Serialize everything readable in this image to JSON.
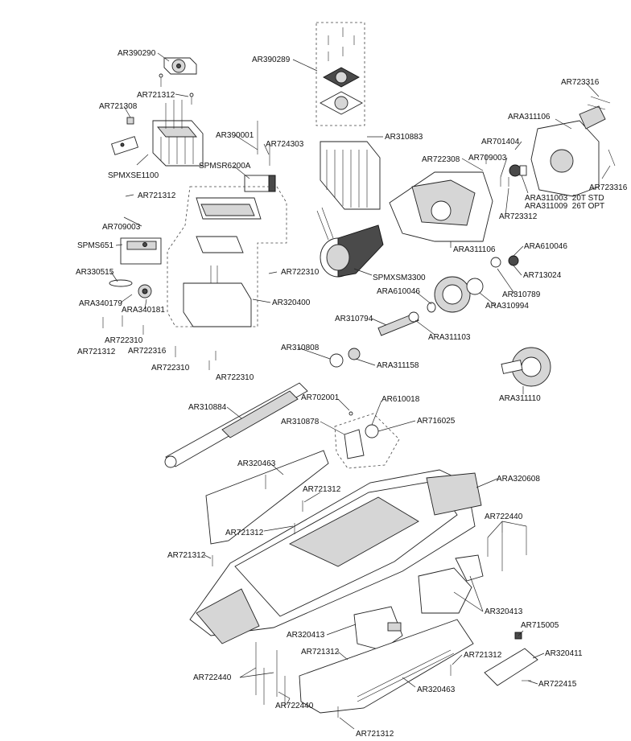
{
  "labels": {
    "ar390290": "AR390290",
    "ar721312_fan": "AR721312",
    "ar721308": "AR721308",
    "spmxse1100": "SPMXSE1100",
    "ar390289": "AR390289",
    "ar390001": "AR390001",
    "ar724303": "AR724303",
    "spmsr6200a": "SPMSR6200A",
    "ar310883": "AR310883",
    "ar723316_top": "AR723316",
    "ara311106_top": "ARA311106",
    "ar701404": "AR701404",
    "ar722308": "AR722308",
    "ar709003_right": "AR709003",
    "ar723316_right": "AR723316",
    "ara311003": "ARA311003",
    "ara311003_note": "20T STD",
    "ara311009": "ARA311009",
    "ara311009_note": "26T OPT",
    "ar723312": "AR723312",
    "ar721312_left": "AR721312",
    "ar709003_left": "AR709003",
    "spms651": "SPMS651",
    "ar330515": "AR330515",
    "ara340179": "ARA340179",
    "ara340181": "ARA340181",
    "ar722310_box": "AR722310",
    "ar320400": "AR320400",
    "spmxsm3300": "SPMXSM3300",
    "ara311106_mid": "ARA311106",
    "ara610046_right": "ARA610046",
    "ar713024": "AR713024",
    "ar310789": "AR310789",
    "ara310994": "ARA310994",
    "ara610046_mid": "ARA610046",
    "ar310794": "AR310794",
    "ara311103": "ARA311103",
    "ar721312_servo": "AR721312",
    "ar722310_a": "AR722310",
    "ar722316": "AR722316",
    "ar722310_b": "AR722310",
    "ar722310_c": "AR722310",
    "ar310808": "AR310808",
    "ara311158": "ARA311158",
    "ara311110": "ARA311110",
    "ar310884": "AR310884",
    "ar702001": "AR702001",
    "ar610018": "AR610018",
    "ar310878": "AR310878",
    "ar716025": "AR716025",
    "ar320463_top": "AR320463",
    "ar721312_chassis_a": "AR721312",
    "ara320608": "ARA320608",
    "ar721312_chassis_b": "AR721312",
    "ar721312_chassis_c": "AR721312",
    "ar722440_right": "AR722440",
    "ar320413_right": "AR320413",
    "ar715005": "AR715005",
    "ar320413_left": "AR320413",
    "ar320411": "AR320411",
    "ar721312_bottom_mid": "AR721312",
    "ar721312_bottom_right": "AR721312",
    "ar722440_left": "AR722440",
    "ar320463_bottom": "AR320463",
    "ar722415": "AR722415",
    "ar722440_bottom": "AR722440",
    "ar721312_bottom": "AR721312"
  },
  "colors": {
    "line": "#222222",
    "fill_light": "#d6d6d6",
    "fill_dark": "#4a4a4a",
    "background": "#ffffff"
  }
}
